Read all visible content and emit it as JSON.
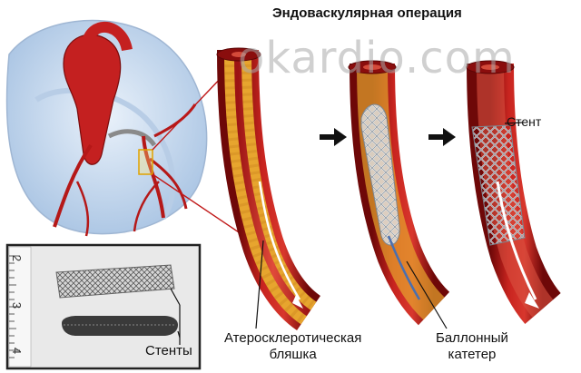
{
  "title": "Эндоваскулярная операция",
  "watermark": "okardio.com",
  "labels": {
    "stent": "Стент",
    "plaque_line1": "Атеросклеротическая",
    "plaque_line2": "бляшка",
    "balloon_line1": "Баллонный",
    "balloon_line2": "катетер",
    "stents": "Стенты"
  },
  "ruler_numbers": [
    "2",
    "3",
    "4"
  ],
  "colors": {
    "artery": "#b51818",
    "artery_dark": "#7a0c0c",
    "plaque": "#e7a52e",
    "stent": "#9aa3ad",
    "heart_bg": "#cfe0f3",
    "arrow": "#111111"
  },
  "icons": [
    "arrow-right-icon",
    "arrow-right-icon"
  ]
}
